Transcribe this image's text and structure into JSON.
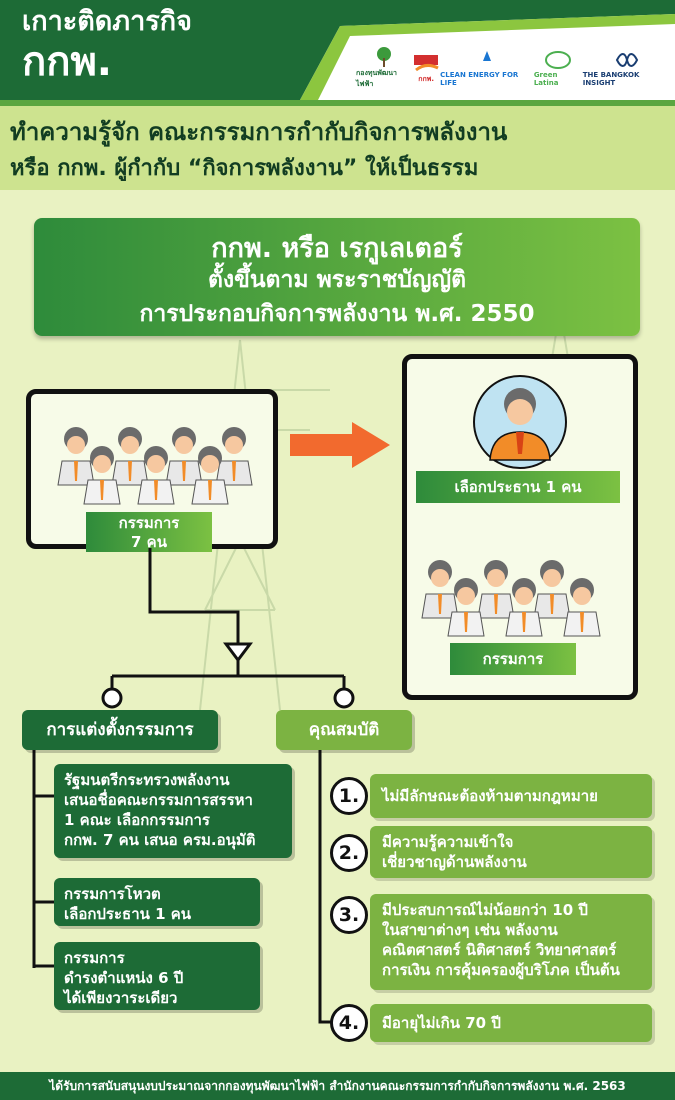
{
  "header": {
    "title_line1": "เกาะติดภารกิจ",
    "title_line2": "กกพ.",
    "logos": [
      "กองทุนพัฒนาไฟฟ้า",
      "กกพ.",
      "CLEAN ENERGY FOR LIFE",
      "Green Latina",
      "THE BANGKOK INSIGHT"
    ]
  },
  "intro": {
    "line1": "ทำความรู้จัก คณะกรรมการกำกับกิจการพลังงาน",
    "line2": "หรือ กกพ. ผู้กำกับ “กิจการพลังงาน” ให้เป็นธรรม"
  },
  "main": {
    "line1": "กกพ. หรือ เรกูเลเตอร์",
    "line2": "ตั้งขึ้นตาม พระราชบัญญัติ",
    "line3": "การประกอบกิจการพลังงาน พ.ศ. 2550"
  },
  "left_panel": {
    "label_line1": "กรรมการ",
    "label_line2": "7 คน"
  },
  "right_panel": {
    "chair_label": "เลือกประธาน 1 คน",
    "members_label": "กรรมการ"
  },
  "appointment": {
    "heading": "การแต่งตั้งกรรมการ",
    "items": [
      {
        "lines": [
          "รัฐมนตรีกระทรวงพลังงาน",
          "เสนอชื่อคณะกรรมการสรรหา",
          "1 คณะ เลือกกรรมการ",
          "กกพ. 7 คน เสนอ ครม.อนุมัติ"
        ]
      },
      {
        "lines": [
          "กรรมการโหวต",
          "เลือกประธาน 1 คน"
        ]
      },
      {
        "lines": [
          "กรรมการ",
          "ดำรงตำแหน่ง 6 ปี",
          "ได้เพียงวาระเดียว"
        ]
      }
    ]
  },
  "qualifications": {
    "heading": "คุณสมบัติ",
    "items": [
      {
        "num": "1.",
        "lines": [
          "ไม่มีลักษณะต้องห้ามตามกฎหมาย"
        ]
      },
      {
        "num": "2.",
        "lines": [
          "มีความรู้ความเข้าใจ",
          "เชี่ยวชาญด้านพลังงาน"
        ]
      },
      {
        "num": "3.",
        "lines": [
          "มีประสบการณ์ไม่น้อยกว่า 10 ปี",
          "ในสาขาต่างๆ เช่น พลังงาน",
          "คณิตศาสตร์ นิติศาสตร์ วิทยาศาสตร์",
          "การเงิน การคุ้มครองผู้บริโภค เป็นต้น"
        ]
      },
      {
        "num": "4.",
        "lines": [
          "มีอายุไม่เกิน 70 ปี"
        ]
      }
    ]
  },
  "footer": {
    "text": "ได้รับการสนับสนุนงบประมาณจากกองทุนพัฒนาไฟฟ้า สำนักงานคณะกรรมการกำกับกิจการพลังงาน พ.ศ. 2563"
  },
  "colors": {
    "dark_green": "#1d6b36",
    "light_green": "#7cb342",
    "bg": "#e9f2c2",
    "arrow": "#f26a2e"
  }
}
